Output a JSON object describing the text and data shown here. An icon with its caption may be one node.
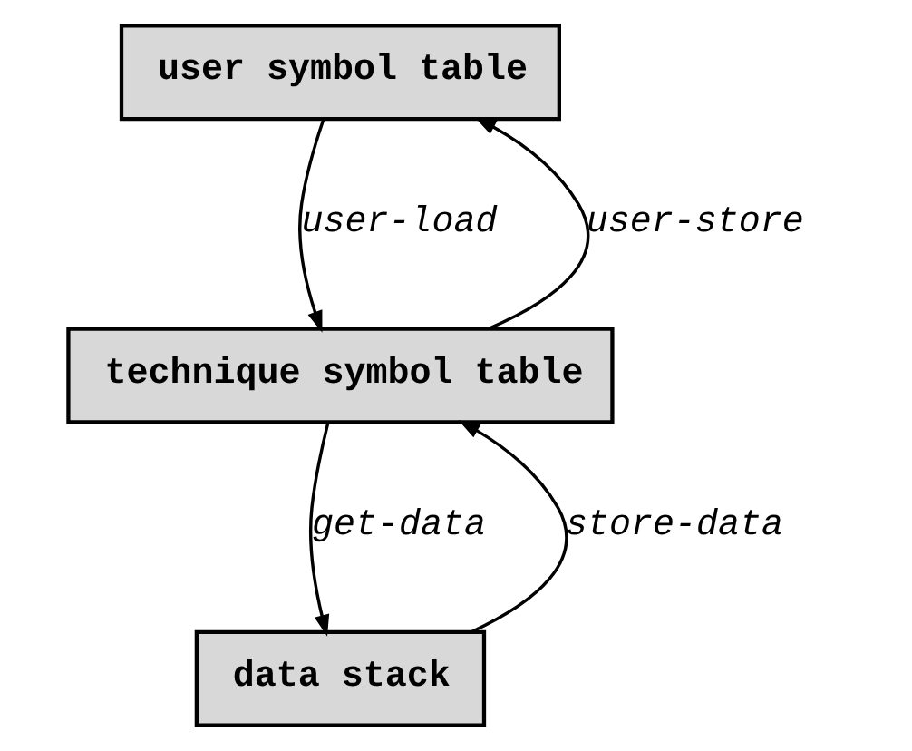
{
  "diagram": {
    "nodes": [
      {
        "text": [
          "user symbol table"
        ]
      },
      {
        "text": [
          "technique symbol table"
        ]
      },
      {
        "text": [
          "data stack"
        ]
      }
    ],
    "edges": [
      {
        "from": 1,
        "to": 0,
        "arrow": "to",
        "label": "user-store"
      },
      {
        "from": 0,
        "to": 1,
        "arrow": "to",
        "label": "user-load"
      },
      {
        "from": 1,
        "to": 2,
        "arrow": "to",
        "label": "get-data"
      },
      {
        "from": 2,
        "to": 1,
        "arrow": "to",
        "label": "store-data"
      }
    ]
  }
}
